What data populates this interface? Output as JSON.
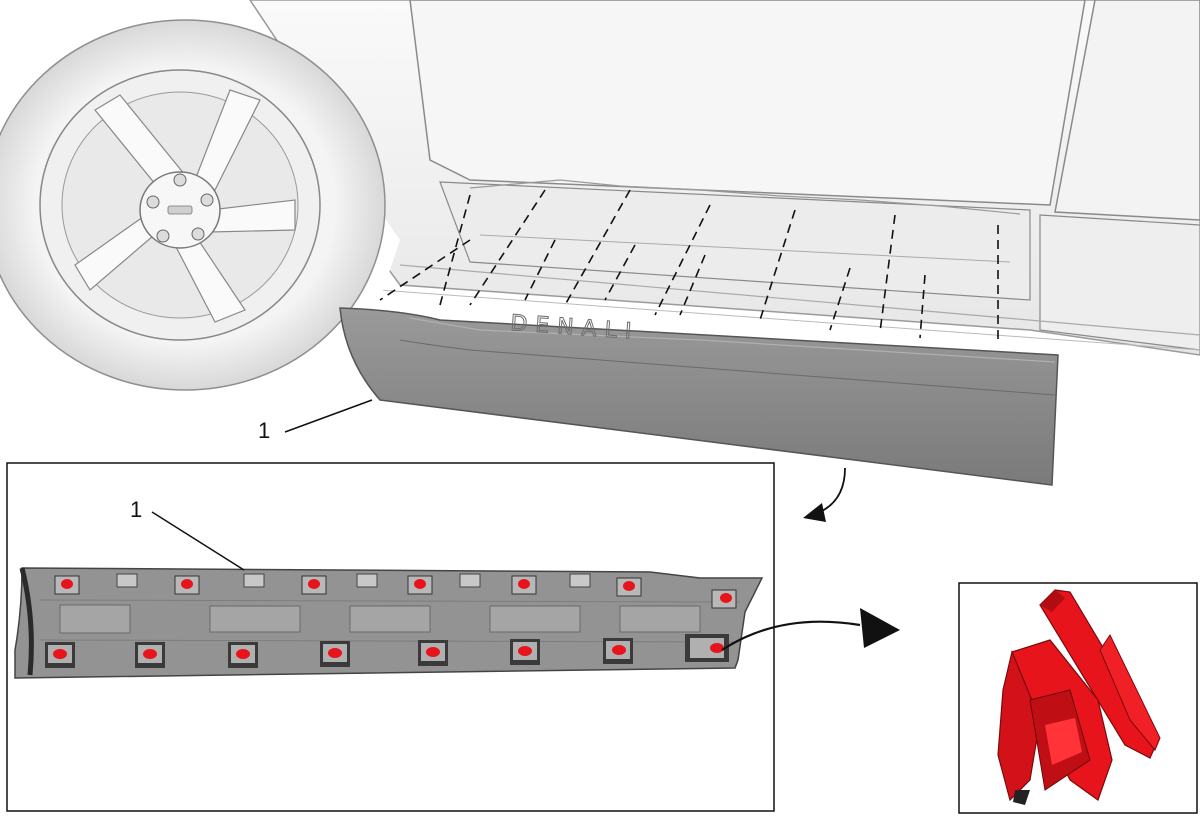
{
  "diagram": {
    "callout_main": "1",
    "callout_detail": "1",
    "emblem_text": "DENALI",
    "colors": {
      "panel": "#8a8a8a",
      "panel_dark": "#6f6f6f",
      "clip_red": "#e8141b",
      "clip_dark": "#b00d12",
      "body_white": "#f2f2f2",
      "outline": "#777777"
    }
  }
}
